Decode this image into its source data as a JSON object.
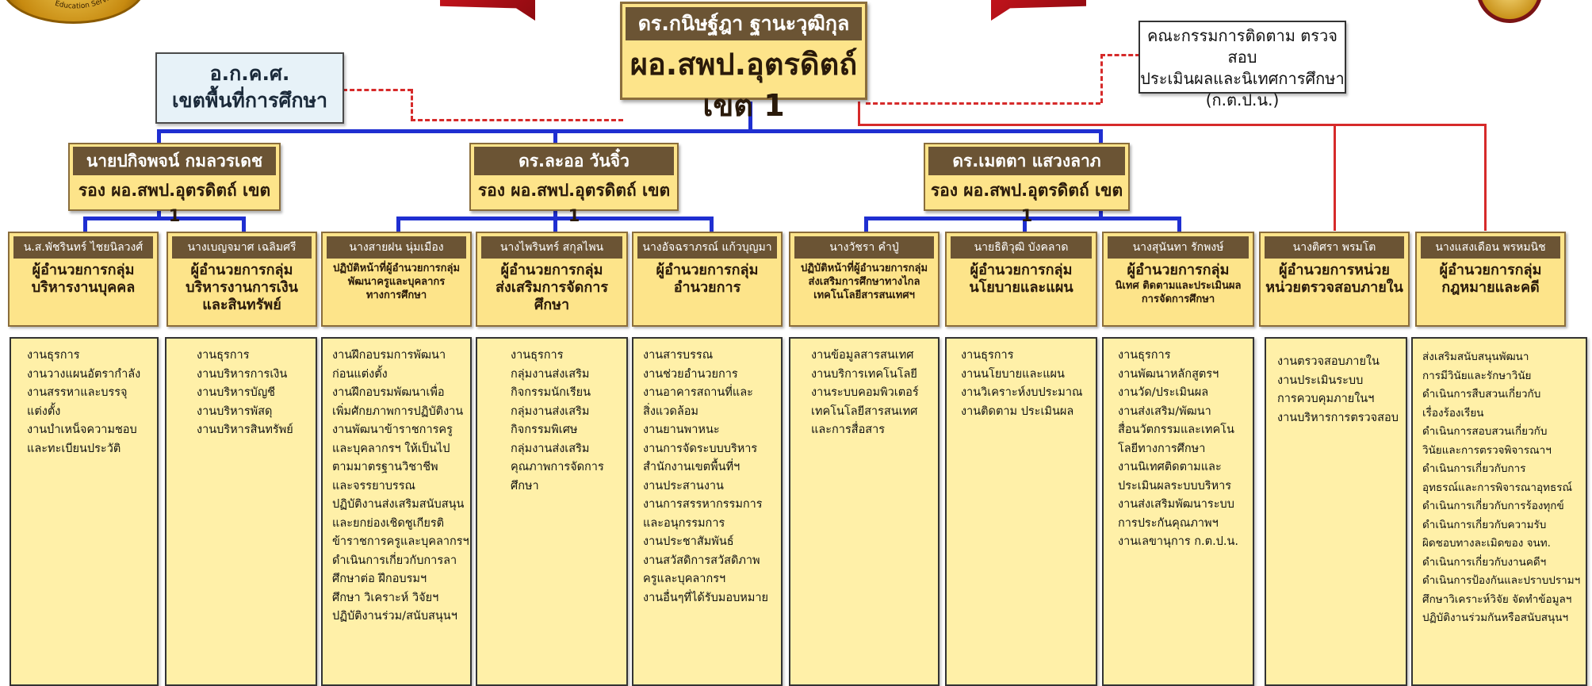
{
  "colors": {
    "box_fill": "#fde48a",
    "name_bar": "#6b5434",
    "duty_fill": "#fff0a8",
    "blue_line": "#1f2fd1",
    "red_line": "#d62a2a",
    "side_fill": "#e7f2f8"
  },
  "emblems": {
    "left": "school-emblem-icon",
    "right": "ministry-seal-icon",
    "left_emblem_text": "Education Servi"
  },
  "director": {
    "name": "ดร.กนิษฐ์ฎา ฐานะวุฒิกุล",
    "title": "ผอ.สพป.อุตรดิตถ์ เขต 1"
  },
  "akks": {
    "line1": "อ.ก.ค.ศ.",
    "line2": "เขตพื้นที่การศึกษา"
  },
  "committee": {
    "line1": "คณะกรรมการติดตาม ตรวจสอบ",
    "line2": "ประเมินผลและนิเทศการศึกษา",
    "line3": "(ก.ต.ป.น.)"
  },
  "deputies": [
    {
      "name": "นายปกิจพจน์ กมลวรเดช",
      "title": "รอง ผอ.สพป.อุตรดิตถ์ เขต 1"
    },
    {
      "name": "ดร.ละออ  วันจิ๋ว",
      "title": "รอง ผอ.สพป.อุตรดิตถ์ เขต 1"
    },
    {
      "name": "ดร.เมตตา  แสวงลาภ",
      "title": "รอง ผอ.สพป.อุตรดิตถ์ เขต 1"
    }
  ],
  "groups": [
    {
      "name": "น.ส.พัชรินทร์ ไชยนิลวงศ์",
      "title_l1": "ผู้อำนวยการกลุ่ม",
      "title_l2": "บริหารงานบุคคล",
      "title_l3": ""
    },
    {
      "name": "นางเบญจมาศ เฉลิมศรี",
      "title_l1": "ผู้อำนวยการกลุ่ม",
      "title_l2": "บริหารงานการเงิน",
      "title_l3": "และสินทรัพย์"
    },
    {
      "name": "นางสายฝน นุ่มเมือง",
      "title_l1": "ปฏิบัติหน้าที่ผู้อำนวยการกลุ่ม",
      "title_l2": "พัฒนาครูและบุคลากร",
      "title_l3": "ทางการศึกษา"
    },
    {
      "name": "นางไพรินทร์ สกุลไพน",
      "title_l1": "ผู้อำนวยการกลุ่ม",
      "title_l2": "ส่งเสริมการจัดการศึกษา",
      "title_l3": ""
    },
    {
      "name": "นางอัจฉราภรณ์ แก้วบุญมา",
      "title_l1": "ผู้อำนวยการกลุ่ม",
      "title_l2": "อำนวยการ",
      "title_l3": ""
    },
    {
      "name": "นางวัชรา คำปู่",
      "title_l1": "ปฏิบัติหน้าที่ผู้อำนวยการกลุ่ม",
      "title_l2": "ส่งเสริมการศึกษาทางไกล",
      "title_l3": "เทคโนโลยีสารสนเทศฯ"
    },
    {
      "name": "นายธิติวุฒิ บังคลาด",
      "title_l1": "ผู้อำนวยการกลุ่ม",
      "title_l2": "นโยบายและแผน",
      "title_l3": ""
    },
    {
      "name": "นางสุนันทา รักพงษ์",
      "title_l1": "ผู้อำนวยการกลุ่ม",
      "title_l2": "นิเทศ ติดตามและประเมินผล",
      "title_l3": "การจัดการศึกษา"
    },
    {
      "name": "นางติศรา พรมโต",
      "title_l1": "ผู้อำนวยการหน่วย",
      "title_l2": "หน่วยตรวจสอบภายใน",
      "title_l3": ""
    },
    {
      "name": "นางแสงเดือน พรหมนิช",
      "title_l1": "ผู้อำนวยการกลุ่ม",
      "title_l2": "กฎหมายและคดี",
      "title_l3": ""
    }
  ],
  "duties": [
    [
      "งานธุรการ",
      "งานวางแผนอัตรากำลัง",
      "งานสรรหาและบรรจุ",
      "แต่งตั้ง",
      "งานบำเหน็จความชอบ",
      "และทะเบียนประวัติ"
    ],
    [
      "งานธุรการ",
      "งานบริหารการเงิน",
      "งานบริหารบัญชี",
      "งานบริหารพัสดุ",
      "งานบริหารสินทรัพย์"
    ],
    [
      "งานฝึกอบรมการพัฒนา",
      "ก่อนแต่งตั้ง",
      "งานฝึกอบรมพัฒนาเพื่อ",
      "เพิ่มศักยภาพการปฏิบัติงาน",
      "งานพัฒนาข้าราชการครู",
      "และบุคลากรฯ ให้เป็นไป",
      "ตามมาตรฐานวิชาชีพ",
      "และจรรยาบรรณ",
      "ปฏิบัติงานส่งเสริมสนับสนุน",
      "และยกย่องเชิดชูเกียรติ",
      "ข้าราชการครูและบุคลากรฯ",
      "ดำเนินการเกี่ยวกับการลา",
      "ศึกษาต่อ ฝึกอบรมฯ",
      "ศึกษา วิเคราะห์ วิจัยฯ",
      "ปฏิบัติงานร่วม/สนับสนุนฯ"
    ],
    [
      "งานธุรการ",
      "กลุ่มงานส่งเสริม",
      "กิจกรรมนักเรียน",
      "กลุ่มงานส่งเสริม",
      "กิจกรรมพิเศษ",
      "กลุ่มงานส่งเสริม",
      "คุณภาพการจัดการ",
      "ศึกษา"
    ],
    [
      "งานสารบรรณ",
      "งานช่วยอำนวยการ",
      "งานอาคารสถานที่และ",
      "สิ่งแวดล้อม",
      "งานยานพาหนะ",
      "งานการจัดระบบบริหาร",
      "สำนักงานเขตพื้นที่ฯ",
      "งานประสานงาน",
      "งานการสรรหากรรมการ",
      "และอนุกรรมการ",
      "งานประชาสัมพันธ์",
      "งานสวัสดิการสวัสดิภาพ",
      "ครูและบุคลากรฯ",
      "งานอื่นๆที่ได้รับมอบหมาย"
    ],
    [
      "งานข้อมูลสารสนเทศ",
      "งานบริการเทคโนโลยี",
      "งานระบบคอมพิวเตอร์",
      "เทคโนโลยีสารสนเทศ",
      "และการสื่อสาร"
    ],
    [
      "งานธุรการ",
      "งานนโยบายและแผน",
      "งานวิเคราะห์งบประมาณ",
      "งานติดตาม ประเมินผล"
    ],
    [
      "งานธุรการ",
      "งานพัฒนาหลักสูตรฯ",
      "งานวัด/ประเมินผล",
      "งานส่งเสริม/พัฒนา",
      "สื่อนวัตกรรมและเทคโน",
      "โลยีทางการศึกษา",
      "งานนิเทศติดตามและ",
      "ประเมินผลระบบบริหาร",
      "งานส่งเสริมพัฒนาระบบ",
      "การประกันคุณภาพฯ",
      "งานเลขานุการ ก.ต.ป.น."
    ],
    [
      "งานตรวจสอบภายใน",
      "งานประเมินระบบ",
      "การควบคุมภายในฯ",
      "งานบริหารการตรวจสอบ"
    ],
    [
      "ส่งเสริมสนับสนุนพัฒนา",
      "การมีวินัยและรักษาวินัย",
      "ดำเนินการสืบสวนเกี่ยวกับ",
      "เรื่องร้องเรียน",
      "ดำเนินการสอบสวนเกี่ยวกับ",
      "วินัยและการตรวจพิจารณาฯ",
      "ดำเนินการเกี่ยวกับการ",
      "อุทธรณ์และการพิจารณาอุทธรณ์",
      "ดำเนินการเกี่ยวกับการร้องทุกข์",
      "ดำเนินการเกี่ยวกับความรับ",
      "ผิดชอบทางละเมิดของ จนท.",
      "ดำเนินการเกี่ยวกับงานคดีฯ",
      "ดำเนินการป้องกันและปราบปรามฯ",
      "ศึกษาวิเคราะห์วิจัย จัดทำข้อมูลฯ",
      "ปฏิบัติงานร่วมกันหรือสนับสนุนฯ"
    ]
  ]
}
